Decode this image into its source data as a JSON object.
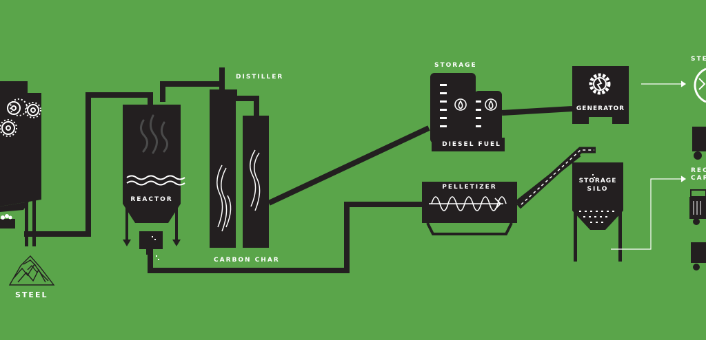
{
  "labels": {
    "distiller": "DISTILLER",
    "storage": "STORAGE",
    "diesel_fuel": "DIESEL FUEL",
    "generator": "GENERATOR",
    "reactor": "REACTOR",
    "pelletizer": "PELLETIZER",
    "storage_silo_line1": "STORAGE",
    "storage_silo_line2": "SILO",
    "carbon_char": "CARBON CHAR",
    "steel": "STEEL",
    "right_top_partial": "STE",
    "right_mid_partial_1": "REC",
    "right_mid_partial_2": "CAR"
  },
  "colors": {
    "background": "#5aa54a",
    "machine": "#231f20",
    "accent": "#ffffff"
  },
  "icons": [
    "gear-icon",
    "droplet-icon",
    "flame-icon",
    "wave-icon",
    "auger-icon",
    "recycle-icon",
    "truck-icon"
  ]
}
